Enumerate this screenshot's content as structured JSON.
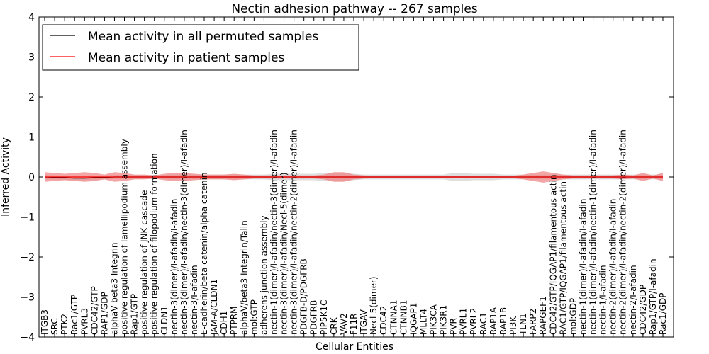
{
  "chart_data": {
    "type": "line",
    "title": "Nectin adhesion pathway -- 267 samples",
    "xlabel": "Cellular Entities",
    "ylabel": "Inferred Activity",
    "ylim": [
      -4,
      4
    ],
    "yticks": [
      "4",
      "3",
      "2",
      "1",
      "0",
      "−1",
      "−2",
      "−3",
      "−4"
    ],
    "legend_position": "top-left",
    "grid": false,
    "categories": [
      "ITGB3",
      "SRC",
      "PTK2",
      "Rac1/GTP",
      "PVRL3",
      "CDC42/GTP",
      "RAP1/GDP",
      "alphaV beta3 Integrin",
      "positive regulation of lamellipodium assembly",
      "Rap1/GTP",
      "positive regulation of JNK cascade",
      "positive regulation of filopodium formation",
      "CLDN1",
      "nectin-3(dimer)/I-afadin/I-afadin",
      "nectin-3(dimer)/I-afadin/nectin-3(dimer)/I-afadin",
      "nectin-3/I-afadin",
      "E-cadherin/beta catenin/alpha catenin",
      "JAM-A/CLDN1",
      "CDH1",
      "PTPRM",
      "alphaV/beta3 Integrin/Talin",
      "mol:GTP",
      "adherens junction assembly",
      "nectin-1(dimer)/I-afadin/nectin-3(dimer)/I-afadin",
      "nectin-3(dimer)/I-afadin/Necl-5(dimer)",
      "nectin-3(dimer)/I-afadin/nectin-2(dimer)/I-afadin",
      "PDGFB-D/PDGFRB",
      "PDGFRB",
      "PIP5K1C",
      "CRK",
      "VAV2",
      "F11R",
      "ITGAV",
      "Necl-5(dimer)",
      "CDC42",
      "CTNNA1",
      "CTNNB1",
      "IQGAP1",
      "MLLT4",
      "PIK3CA",
      "PIK3R1",
      "PVR",
      "PVRL1",
      "PVRL2",
      "RAC1",
      "RAP1A",
      "RAP1B",
      "PI3K",
      "TLN1",
      "FARP2",
      "RAPGEF1",
      "CDC42/GTP/IQGAP1/filamentous actin",
      "RAC1/GTP/IQGAP1/filamentous actin",
      "mol:GDP",
      "nectin-1(dimer)/I-afadin/I-afadin",
      "nectin-1(dimer)/I-afadin/nectin-1(dimer)/I-afadin",
      "nectin-1/I-afadin",
      "nectin-2(dimer)/I-afadin/I-afadin",
      "nectin-2(dimer)/I-afadin/nectin-2(dimer)/I-afadin",
      "nectin-2/I-afadin",
      "CDC42/GDP",
      "Rap1/GTP/I-afadin",
      "Rac1/GDP"
    ],
    "series": [
      {
        "name": "Mean activity in all permuted samples",
        "color": "#000000",
        "values": [
          0.0,
          -0.01,
          -0.02,
          -0.03,
          -0.03,
          -0.02,
          -0.01,
          0.0,
          0.0,
          0.0,
          0.0,
          0.0,
          0.0,
          0.0,
          0.0,
          0.0,
          0.0,
          0.0,
          0.0,
          0.0,
          0.0,
          0.0,
          0.0,
          0.0,
          0.0,
          0.0,
          0.0,
          0.0,
          0.0,
          0.0,
          0.0,
          0.0,
          0.0,
          0.0,
          0.0,
          0.0,
          0.0,
          0.0,
          0.0,
          0.0,
          0.0,
          0.0,
          0.0,
          0.0,
          0.0,
          0.0,
          0.0,
          0.0,
          0.0,
          0.0,
          0.0,
          0.0,
          0.0,
          0.0,
          0.0,
          0.0,
          0.0,
          0.0,
          0.0,
          0.0,
          0.0,
          0.0,
          0.0
        ],
        "band": [
          0.05,
          0.05,
          0.05,
          0.05,
          0.05,
          0.05,
          0.05,
          0.05,
          0.05,
          0.05,
          0.05,
          0.05,
          0.05,
          0.06,
          0.06,
          0.06,
          0.06,
          0.06,
          0.06,
          0.06,
          0.06,
          0.06,
          0.06,
          0.08,
          0.08,
          0.08,
          0.08,
          0.08,
          0.1,
          0.1,
          0.1,
          0.08,
          0.06,
          0.06,
          0.06,
          0.06,
          0.06,
          0.06,
          0.06,
          0.06,
          0.06,
          0.1,
          0.1,
          0.08,
          0.08,
          0.08,
          0.06,
          0.06,
          0.06,
          0.06,
          0.06,
          0.06,
          0.06,
          0.06,
          0.06,
          0.06,
          0.06,
          0.06,
          0.06,
          0.06,
          0.06,
          0.06,
          0.06
        ],
        "band_color": "#c8c8c8"
      },
      {
        "name": "Mean activity in patient samples",
        "color": "#ff0000",
        "values": [
          0.0,
          0.0,
          0.0,
          0.0,
          0.0,
          0.0,
          0.0,
          0.0,
          0.0,
          0.0,
          0.0,
          0.0,
          0.0,
          0.0,
          0.0,
          0.0,
          0.0,
          0.0,
          0.0,
          0.0,
          0.0,
          0.0,
          0.0,
          0.0,
          0.0,
          0.0,
          0.0,
          0.0,
          0.0,
          0.0,
          0.0,
          0.0,
          0.0,
          0.0,
          0.0,
          0.0,
          0.0,
          0.0,
          0.0,
          0.0,
          0.0,
          0.0,
          0.0,
          0.0,
          0.0,
          0.0,
          0.0,
          0.0,
          0.0,
          0.0,
          0.0,
          0.0,
          0.0,
          0.0,
          0.0,
          0.0,
          0.0,
          0.0,
          0.0,
          0.0,
          0.0,
          0.0,
          0.0
        ],
        "band": [
          0.12,
          0.1,
          0.08,
          0.1,
          0.12,
          0.1,
          0.06,
          0.12,
          0.1,
          0.06,
          0.06,
          0.04,
          0.08,
          0.1,
          0.1,
          0.08,
          0.06,
          0.06,
          0.06,
          0.08,
          0.06,
          0.04,
          0.04,
          0.04,
          0.04,
          0.04,
          0.04,
          0.04,
          0.06,
          0.12,
          0.12,
          0.06,
          0.04,
          0.03,
          0.03,
          0.03,
          0.03,
          0.03,
          0.03,
          0.03,
          0.03,
          0.03,
          0.03,
          0.03,
          0.03,
          0.03,
          0.03,
          0.03,
          0.06,
          0.1,
          0.14,
          0.1,
          0.06,
          0.04,
          0.04,
          0.04,
          0.04,
          0.04,
          0.06,
          0.04,
          0.1,
          0.04,
          0.1
        ],
        "band_color": "#f08080"
      }
    ]
  }
}
